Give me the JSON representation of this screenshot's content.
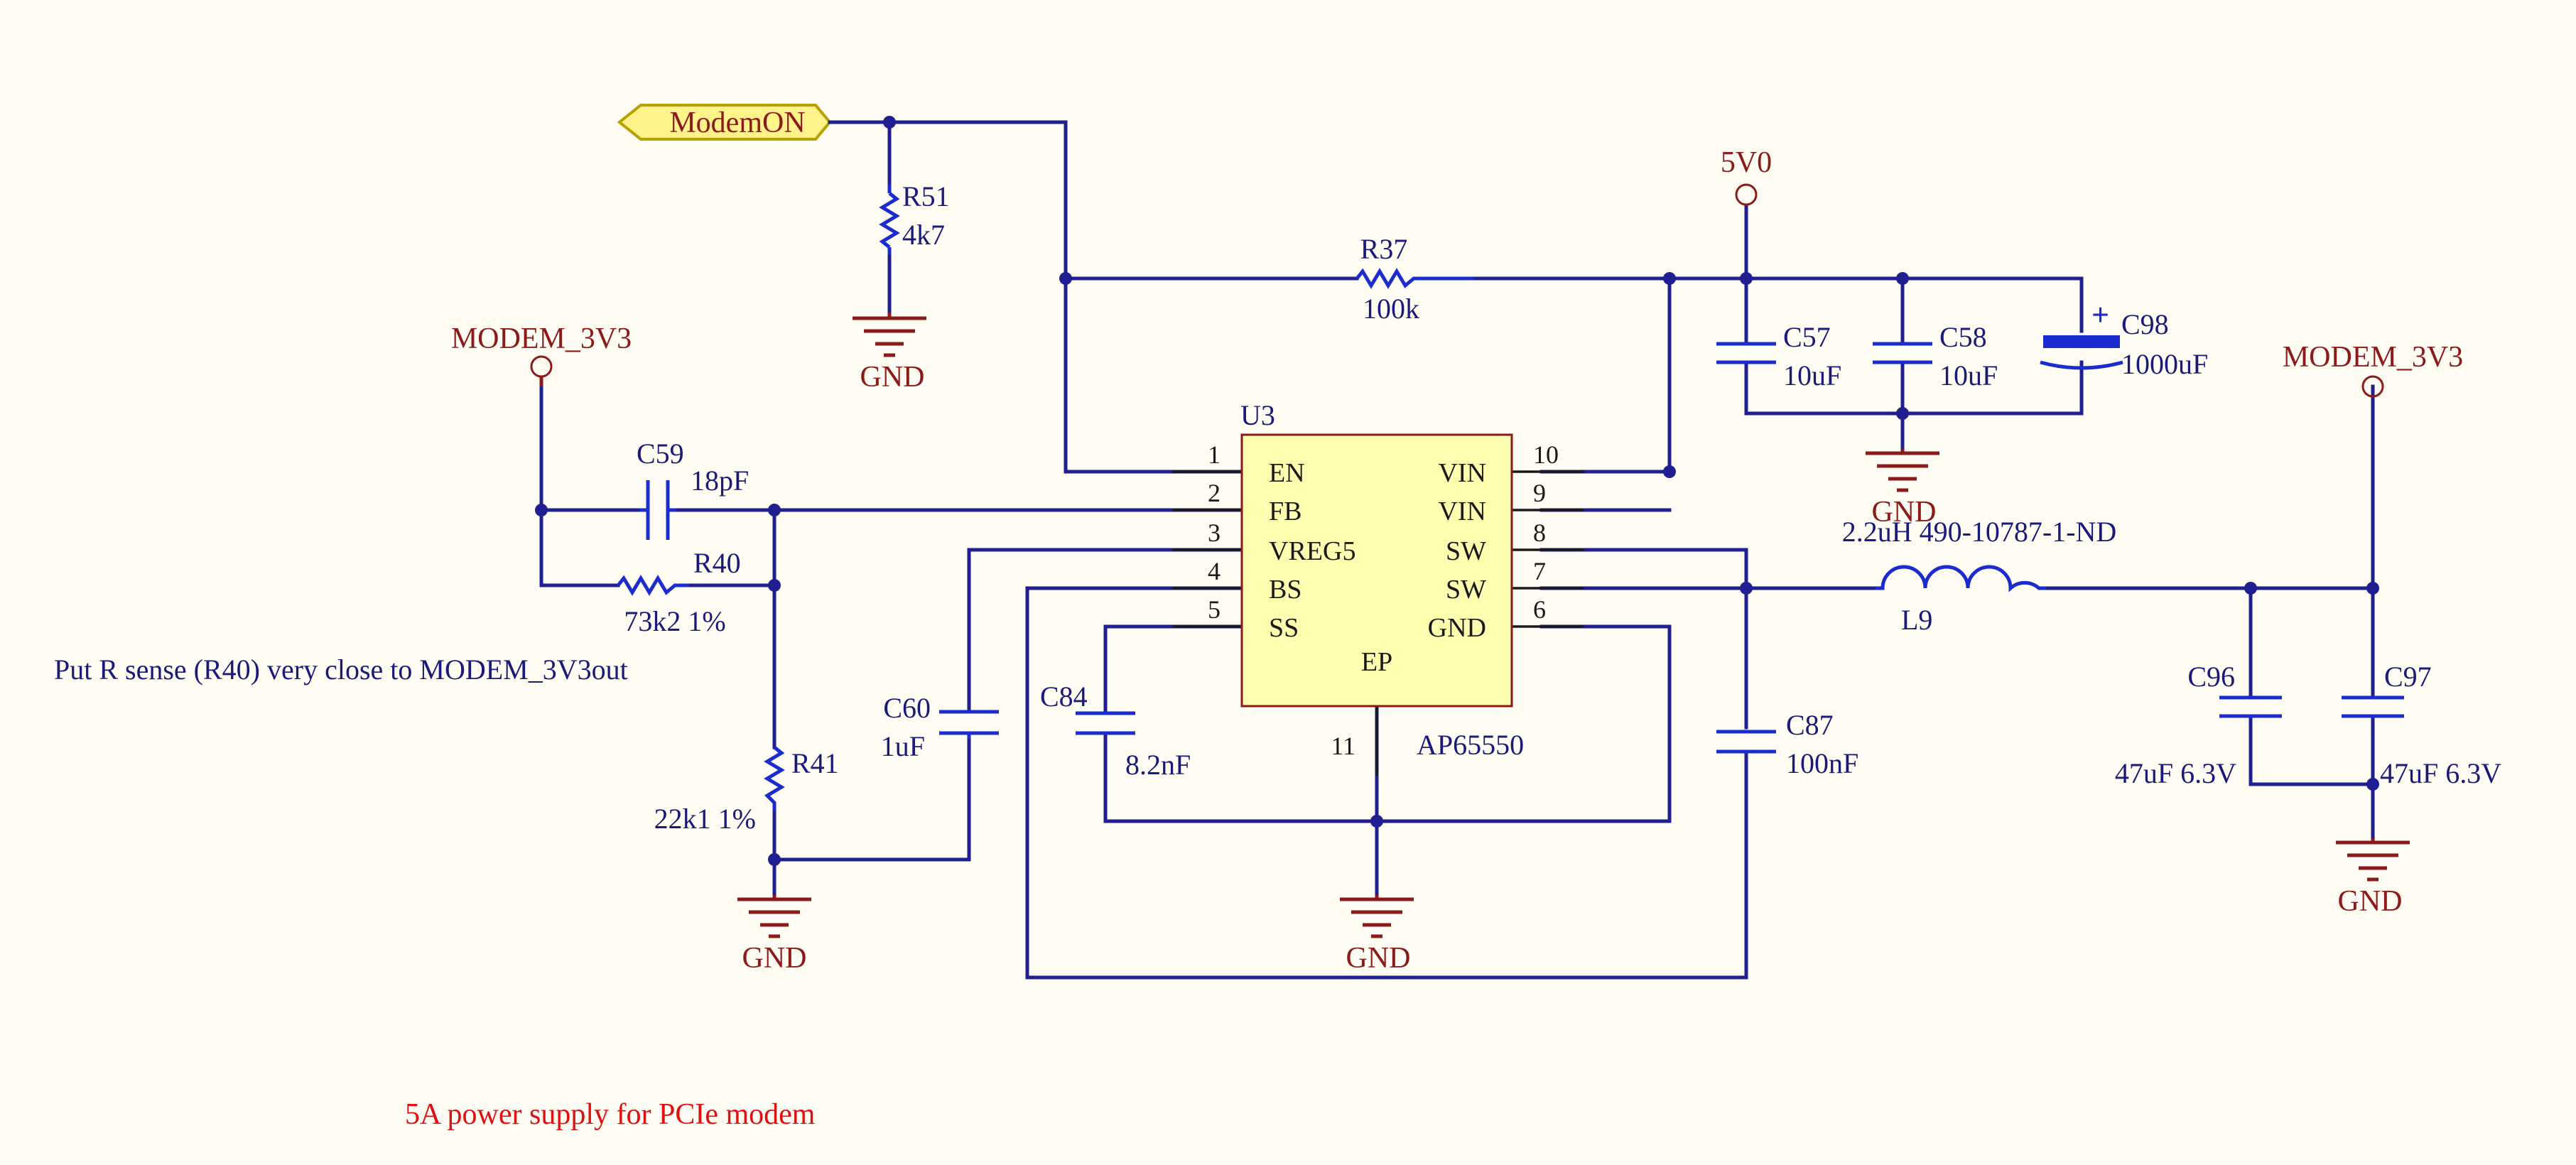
{
  "nets": {
    "modem_on": "ModemON",
    "v5": "5V0",
    "modem_3v3_left": "MODEM_3V3",
    "modem_3v3_right": "MODEM_3V3",
    "gnd": "GND"
  },
  "ic": {
    "ref": "U3",
    "part": "AP65550",
    "pins_left": [
      {
        "num": "1",
        "name": "EN"
      },
      {
        "num": "2",
        "name": "FB"
      },
      {
        "num": "3",
        "name": "VREG5"
      },
      {
        "num": "4",
        "name": "BS"
      },
      {
        "num": "5",
        "name": "SS"
      }
    ],
    "pins_right": [
      {
        "num": "10",
        "name": "VIN"
      },
      {
        "num": "9",
        "name": "VIN"
      },
      {
        "num": "8",
        "name": "SW"
      },
      {
        "num": "7",
        "name": "SW"
      },
      {
        "num": "6",
        "name": "GND"
      }
    ],
    "ep_name": "EP",
    "ep_num": "11"
  },
  "parts": {
    "R51": {
      "ref": "R51",
      "value": "4k7"
    },
    "R37": {
      "ref": "R37",
      "value": "100k"
    },
    "R40": {
      "ref": "R40",
      "value": "73k2 1%"
    },
    "R41": {
      "ref": "R41",
      "value": "22k1 1%"
    },
    "C59": {
      "ref": "C59",
      "value": "18pF"
    },
    "C60": {
      "ref": "C60",
      "value": "1uF"
    },
    "C84": {
      "ref": "C84",
      "value": "8.2nF"
    },
    "C87": {
      "ref": "C87",
      "value": "100nF"
    },
    "C57": {
      "ref": "C57",
      "value": "10uF"
    },
    "C58": {
      "ref": "C58",
      "value": "10uF"
    },
    "C98": {
      "ref": "C98",
      "value": "1000uF",
      "polarity": "+"
    },
    "L9": {
      "ref": "L9",
      "value": "2.2uH 490-10787-1-ND"
    },
    "C96": {
      "ref": "C96",
      "value": "47uF 6.3V"
    },
    "C97": {
      "ref": "C97",
      "value": "47uF 6.3V"
    }
  },
  "notes": {
    "r_sense": "Put R sense (R40) very close to MODEM_3V3out",
    "title": "5A power supply for PCIe modem"
  },
  "colors": {
    "background": "#FFFCF3",
    "wire": "#1F1F92",
    "component": "#1A2BD0",
    "power_port": "#8B1A1A",
    "ic_fill": "#FFFFB0",
    "note_red": "#E01010"
  }
}
